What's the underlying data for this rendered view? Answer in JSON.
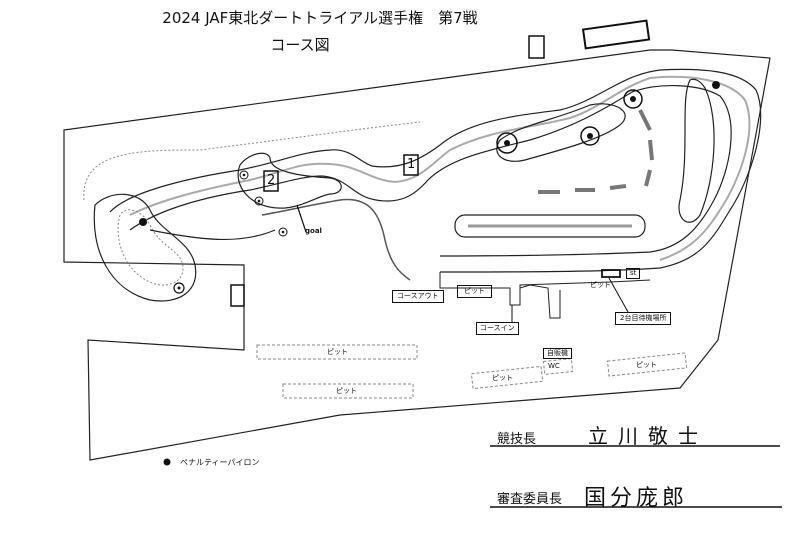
{
  "title": "2024 JAF東北ダートトライアル選手権　第7戦",
  "subtitle": "コース図",
  "markers": {
    "m1": "1",
    "m2": "2"
  },
  "labels": {
    "goal": "goal",
    "course_out": "コースアウト",
    "course_in": "コースイン",
    "pit": "ピット",
    "waiting_area": "2台目待機場所",
    "vending": "自販機",
    "wc": "WC",
    "st": "st"
  },
  "legend": {
    "penalty_pylon": "ペナルティーパイロン"
  },
  "signatures": {
    "chief_label": "競技長",
    "chief_name": "立川敬士",
    "steward_label": "審査委員長",
    "steward_name": "国分庞郎"
  }
}
